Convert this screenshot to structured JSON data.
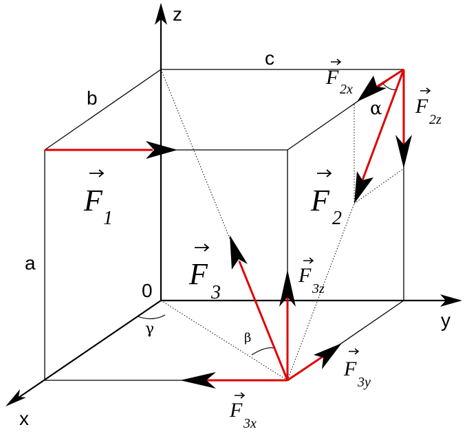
{
  "axes": {
    "x_label": "x",
    "y_label": "y",
    "z_label": "z",
    "origin_label": "0"
  },
  "edges": {
    "a_label": "a",
    "b_label": "b",
    "c_label": "c"
  },
  "forces": {
    "F1": {
      "symbol": "F",
      "sub": "1"
    },
    "F2": {
      "symbol": "F",
      "sub": "2"
    },
    "F3": {
      "symbol": "F",
      "sub": "3"
    },
    "F2x": {
      "symbol": "F",
      "sub": "2x"
    },
    "F2z": {
      "symbol": "F",
      "sub": "2z"
    },
    "F3x": {
      "symbol": "F",
      "sub": "3x"
    },
    "F3y": {
      "symbol": "F",
      "sub": "3y"
    },
    "F3z": {
      "symbol": "F",
      "sub": "3z"
    }
  },
  "angles": {
    "alpha": "α",
    "beta": "β",
    "gamma": "γ"
  },
  "colors": {
    "force": "#e00000",
    "line": "#000000"
  }
}
